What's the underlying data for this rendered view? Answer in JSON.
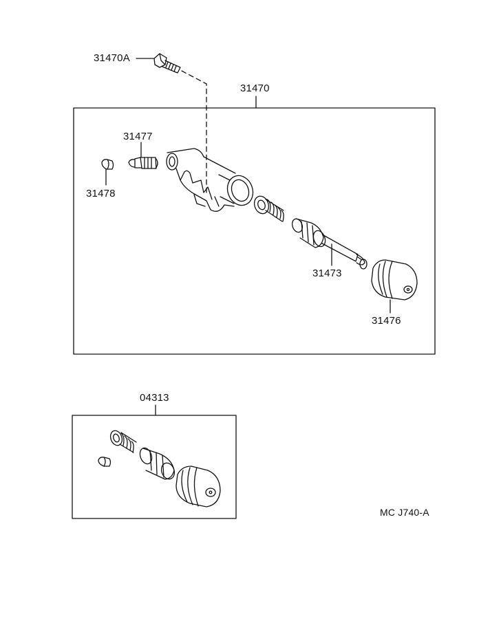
{
  "diagram": {
    "drawing_code": "MC J740-A",
    "assembly": {
      "number": "31470",
      "parts": {
        "bolt": "31470A",
        "bleeder_plug": "31477",
        "bleeder_cap": "31478",
        "piston": "31473",
        "boot": "31476"
      }
    },
    "kit": {
      "number": "04313"
    }
  }
}
